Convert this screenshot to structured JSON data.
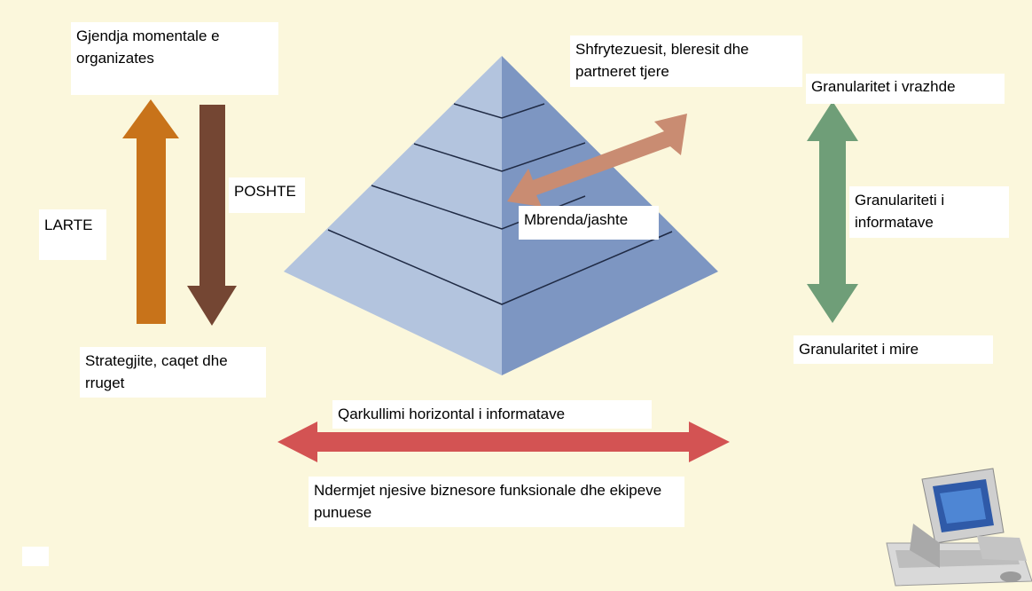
{
  "labels": {
    "current_state": "Gjendja momentale e organizates",
    "up": "LARTE",
    "down": "POSHTE",
    "strategies": "Strategjite, caqet dhe rruget",
    "users": "Shfrytezuesit, bleresit dhe partneret tjere",
    "inside_outside": "Mbrenda/jashte",
    "coarse": "Granularitet i vrazhde",
    "granularity": "Granulariteti i informatave",
    "fine": "Granularitet i mire",
    "horizontal": "Qarkullimi horizontal i informatave",
    "between": "Ndermjet njesive biznesore funksionale dhe ekipeve punuese"
  },
  "colors": {
    "background": "#fbf7dc",
    "pyramid_left": "#b3c4de",
    "pyramid_right": "#7d96c2",
    "arrow_up": "#c8731a",
    "arrow_down": "#744633",
    "arrow_diagonal": "#c98c72",
    "arrow_vertical_right": "#6f9e78",
    "arrow_horizontal": "#d35353"
  },
  "icons": [
    "computer-icon"
  ]
}
